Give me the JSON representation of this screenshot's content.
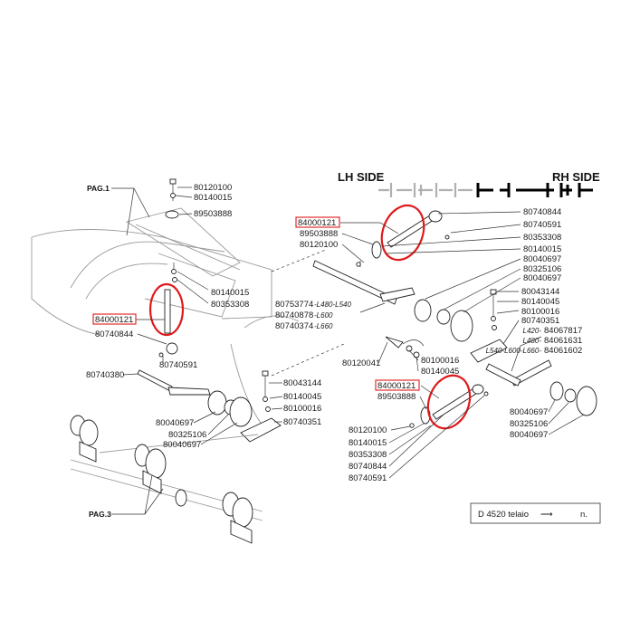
{
  "headers": {
    "lh_side": "LH SIDE",
    "rh_side": "RH SIDE"
  },
  "page_refs": {
    "pag1": "PAG.1",
    "pag3": "PAG.3"
  },
  "left_labels": {
    "b1": "80120100",
    "b2": "80140015",
    "b3": "89503888",
    "b4": "80140015",
    "b5": "80353308",
    "hl": "84000121",
    "b6": "80740844",
    "b7": "80740591",
    "b8": "80740380",
    "b9": "80043144",
    "b10": "80140045",
    "b11": "80100016",
    "b12": "80740351",
    "b13": "80040697",
    "b14": "80325106",
    "b15": "80040697"
  },
  "shaft_labels": [
    {
      "code": "80753774",
      "note": "-L480-L540"
    },
    {
      "code": "80740878",
      "note": "-L600"
    },
    {
      "code": "80740374",
      "note": "-L660"
    }
  ],
  "right_labels": {
    "hl_top": "84000121",
    "r1": "89503888",
    "r2": "80120100",
    "r3": "80740844",
    "r4": "80740591",
    "r5": "80353308",
    "r6": "80140015",
    "r7": "80040697",
    "r8": "80325106",
    "r9": "80040697",
    "r10": "80043144",
    "r11": "80140045",
    "r12": "80100016",
    "r13": "80740351",
    "r14": "80120041",
    "r15": "80100016",
    "r16": "80140045",
    "hl_bot": "84000121",
    "r17": "89503888",
    "r18": "80120100",
    "r19": "80140015",
    "r20": "80353308",
    "r21": "80740844",
    "r22": "80740591",
    "r23": "80040697",
    "r24": "80325106",
    "r25": "80040697"
  },
  "variants": [
    {
      "range": "L420-",
      "code": "84067817"
    },
    {
      "range": "L480-",
      "code": "84061631"
    },
    {
      "range": "L540-L600-L660-",
      "code": "84061602"
    }
  ],
  "serial_box": {
    "text": "D 4520 telaio",
    "arrow": "⟶",
    "suffix": "n."
  },
  "colors": {
    "highlight": "#e0191b",
    "line": "#333333"
  }
}
